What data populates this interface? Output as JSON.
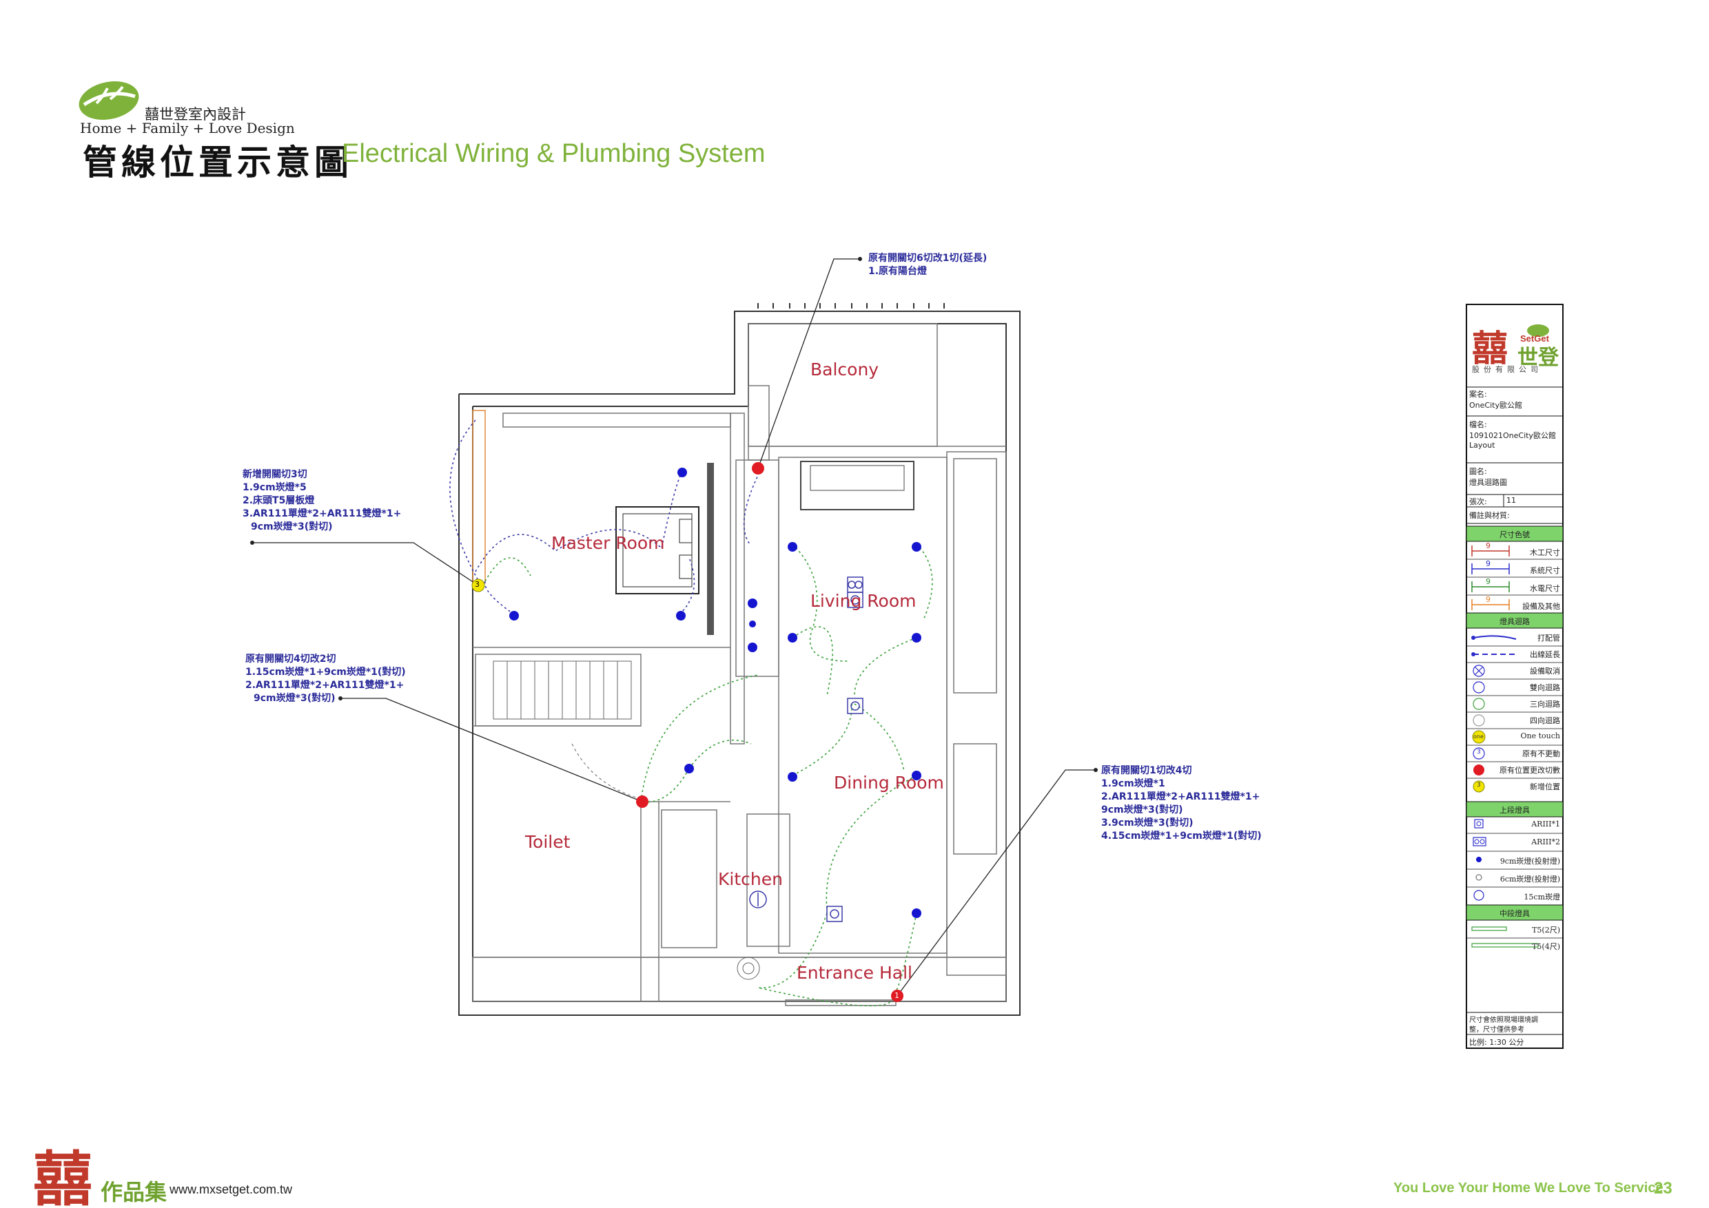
{
  "header": {
    "brand_cn": "囍世登室內設計",
    "brand_en": "Home + Family + Love Design",
    "title_cn": "管線位置示意圖",
    "title_en": "Electrical Wiring & Plumbing System"
  },
  "rooms": {
    "balcony": "Balcony",
    "master": "Master Room",
    "living": "Living Room",
    "dining": "Dining Room",
    "toilet": "Toilet",
    "kitchen": "Kitchen",
    "entrance": "Entrance Hall"
  },
  "annotations": {
    "balcony": [
      "原有開關切6切改1切(延長)",
      "1.原有陽台燈"
    ],
    "master": [
      "新增開關切3切",
      "1.9cm崁燈*5",
      "2.床頭T5層板燈",
      "3.AR111單燈*2+AR111雙燈*1+",
      "9cm崁燈*3(對切)"
    ],
    "toilet": [
      "原有開關切4切改2切",
      "1.15cm崁燈*1+9cm崁燈*1(對切)",
      "2.AR111單燈*2+AR111雙燈*1+",
      "9cm崁燈*3(對切)"
    ],
    "entrance": [
      "原有開關切1切改4切",
      "1.9cm崁燈*1",
      "2.AR111單燈*2+AR111雙燈*1+",
      "9cm崁燈*3(對切)",
      "3.9cm崁燈*3(對切)",
      "4.15cm崁燈*1+9cm崁燈*1(對切)"
    ]
  },
  "switch_markers": {
    "master_new": "3",
    "entrance_orig": "1"
  },
  "title_block": {
    "logo_en": "SetGet",
    "logo_cn": "世登",
    "logo_sub": "股份有限公司",
    "case_label": "案名:",
    "case_value": "OneCity歐公館",
    "file_label": "檔名:",
    "file_value_1": "1091021OneCity歐公館",
    "file_value_2": "Layout",
    "drawing_label": "圖名:",
    "drawing_value": "燈具迴路圖",
    "sheet_label": "張次:",
    "sheet_value": "11",
    "remark_label": "備註與材質:",
    "dim_head": "尺寸色號",
    "dims": [
      {
        "num": "9",
        "label": "木工尺寸",
        "color": "#c0392b"
      },
      {
        "num": "9",
        "label": "系統尺寸",
        "color": "#2a2acb"
      },
      {
        "num": "9",
        "label": "水電尺寸",
        "color": "#2e8b2e"
      },
      {
        "num": "9",
        "label": "設備及其他",
        "color": "#e67e22"
      }
    ],
    "circuit_head": "燈具迴路",
    "circuits": [
      {
        "label": "打配管",
        "icon": "solid-line-icon"
      },
      {
        "label": "出線延長",
        "icon": "dashed-line-icon"
      },
      {
        "label": "設備取消",
        "icon": "cancel-icon"
      },
      {
        "label": "雙向迴路",
        "icon": "circle-icon"
      },
      {
        "label": "三向迴路",
        "icon": "circle-icon"
      },
      {
        "label": "四向迴路",
        "icon": "circle-icon"
      },
      {
        "label": "One touch",
        "icon": "one-touch-icon",
        "badge": "one"
      },
      {
        "label": "原有不更動",
        "icon": "keep-icon",
        "badge": "3"
      },
      {
        "label": "原有位置更改切數",
        "icon": "red-dot-icon"
      },
      {
        "label": "新增位置",
        "icon": "yellow-dot-icon",
        "badge": "3"
      }
    ],
    "upper_head": "上段燈具",
    "upper": [
      {
        "label": "ARIII*1",
        "icon": "ar111-single-icon"
      },
      {
        "label": "ARIII*2",
        "icon": "ar111-double-icon"
      },
      {
        "label": "9cm崁燈(投射燈)",
        "icon": "blue-dot-icon"
      },
      {
        "label": "6cm崁燈(投射燈)",
        "icon": "small-circle-icon"
      },
      {
        "label": "15cm崁燈",
        "icon": "circle-icon"
      }
    ],
    "mid_head": "中段燈具",
    "mid": [
      {
        "label": "T5(2尺)",
        "icon": "t5-short-icon"
      },
      {
        "label": "T5(4尺)",
        "icon": "t5-long-icon"
      }
    ],
    "note_1": "尺寸會依照現場環境調",
    "note_2": "整，尺寸僅供參考",
    "scale": "比例: 1:30 公分"
  },
  "footer": {
    "works": "作品集",
    "site": "www.mxsetget.com.tw",
    "slogan": "You Love Your Home We Love To Service",
    "page": "23"
  },
  "colors": {
    "accent_green": "#7fb23a",
    "room_label": "#b5293a",
    "annotation": "#2a2a9a",
    "circuit_blue": "#3a3aa8",
    "circuit_green": "#3aa03a",
    "fixture": "#1515d0",
    "switch_red": "#e01b24",
    "switch_yellow": "#f2e600"
  }
}
